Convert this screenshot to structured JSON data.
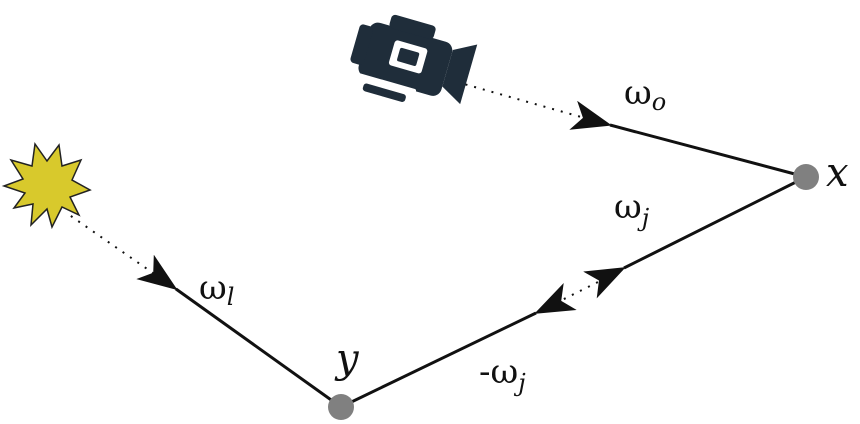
{
  "labels": {
    "omega_o": {
      "base": "ω",
      "sub": "o"
    },
    "omega_j": {
      "base": "ω",
      "sub": "j"
    },
    "neg_omega_j": {
      "base": "-ω",
      "sub": "j"
    },
    "omega_l": {
      "base": "ω",
      "sub": "l"
    },
    "point_x": "x",
    "point_y": "y"
  },
  "icons": {
    "camera": "video-camera-icon",
    "light": "light-source-icon"
  },
  "colors": {
    "line": "#111111",
    "point": "#808080",
    "camera": "#1f2d3a",
    "light_fill": "#d8c92c",
    "light_stroke": "#222222"
  }
}
